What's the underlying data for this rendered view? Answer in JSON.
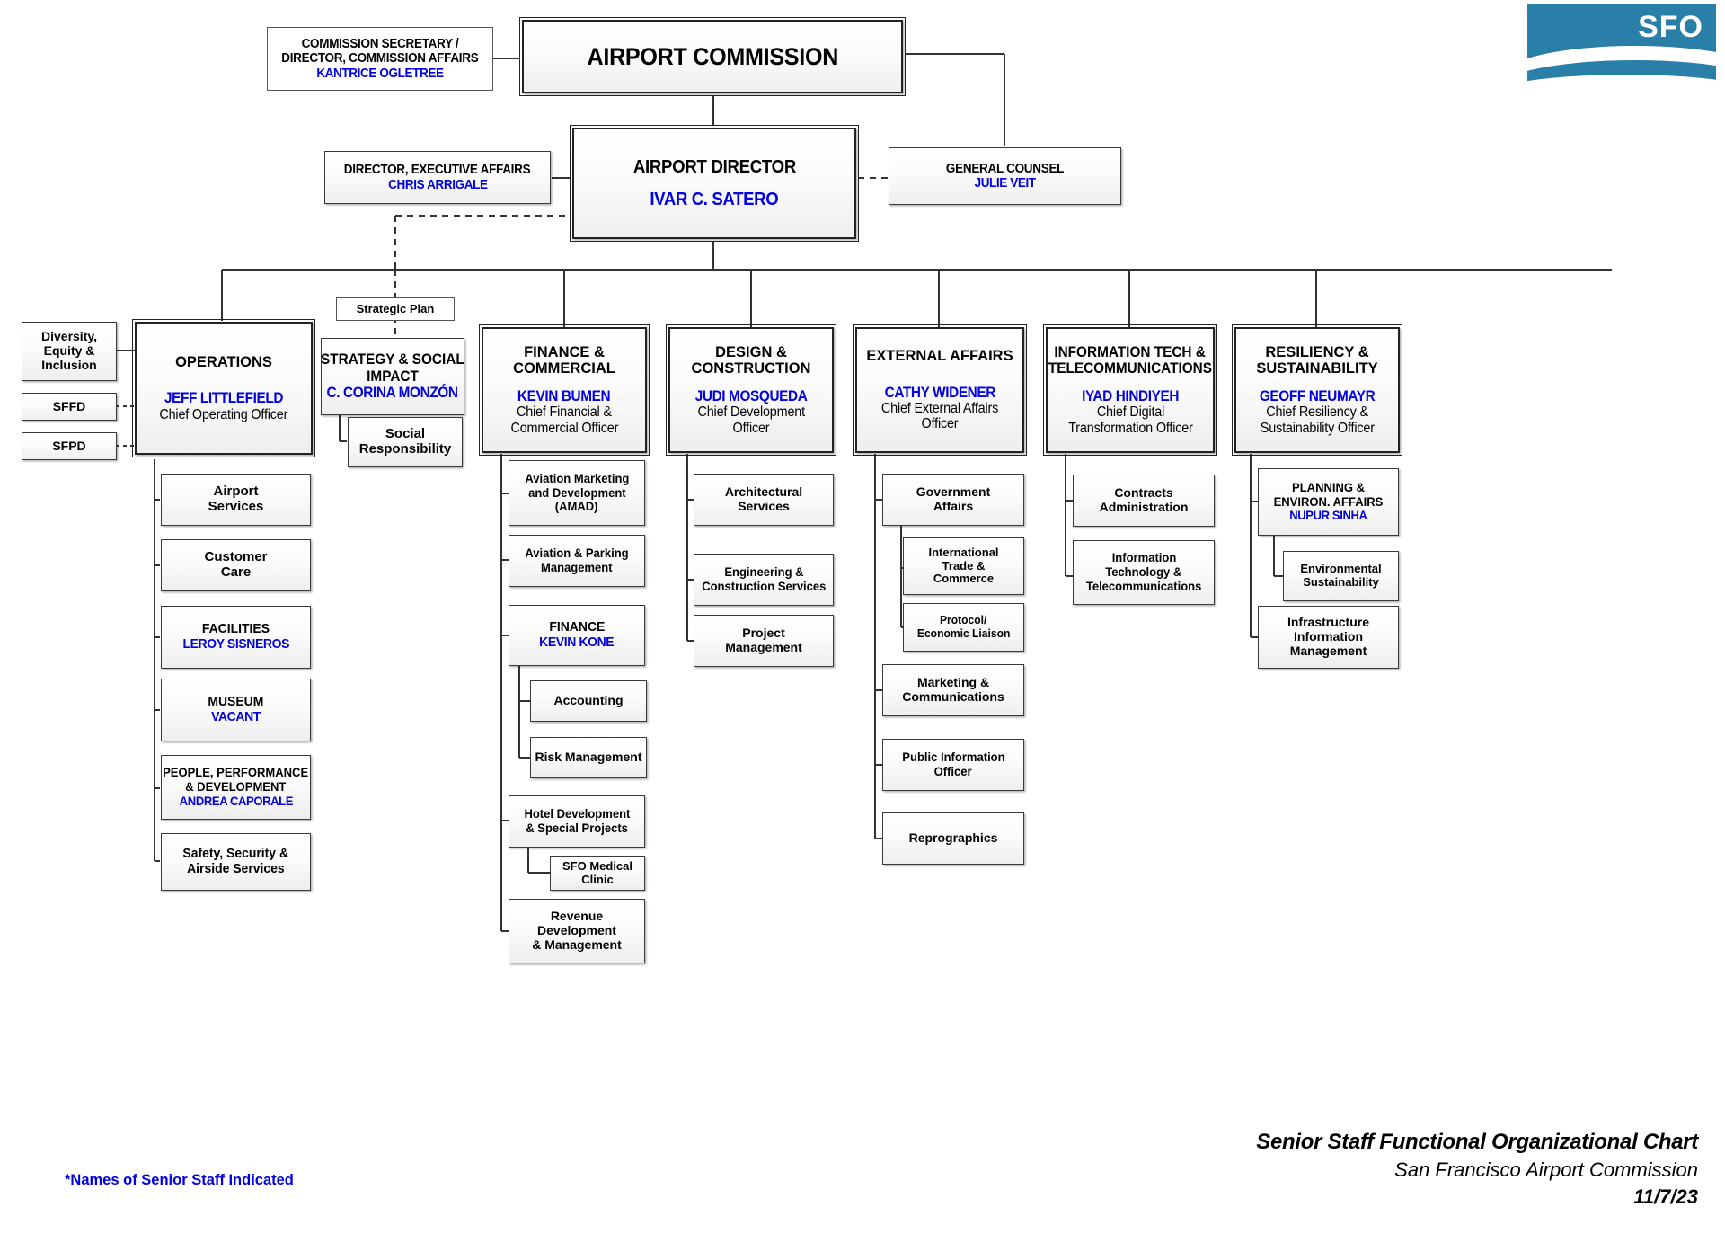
{
  "logo": {
    "text": "SFO"
  },
  "footer": {
    "line1": "Senior Staff Functional Organizational Chart",
    "line2": "San Francisco Airport Commission",
    "line3": "11/7/23"
  },
  "note": "*Names of Senior Staff Indicated",
  "top": {
    "commission": {
      "title": "AIRPORT COMMISSION"
    },
    "commission_secretary": {
      "line1": "COMMISSION SECRETARY /",
      "line2": "DIRECTOR, COMMISSION AFFAIRS",
      "name": "KANTRICE OGLETREE"
    },
    "airport_director": {
      "title": "AIRPORT DIRECTOR",
      "name": "IVAR C. SATERO"
    },
    "executive_affairs": {
      "title": "DIRECTOR, EXECUTIVE AFFAIRS",
      "name": "CHRIS ARRIGALE"
    },
    "general_counsel": {
      "title": "GENERAL COUNSEL",
      "name": "JULIE VEIT"
    }
  },
  "side": {
    "dei": {
      "line1": "Diversity,",
      "line2": "Equity &",
      "line3": "Inclusion"
    },
    "sffd": {
      "label": "SFFD"
    },
    "sfpd": {
      "label": "SFPD"
    },
    "strategic_plan": {
      "label": "Strategic Plan"
    }
  },
  "divisions": [
    {
      "key": "operations",
      "title_lines": [
        "OPERATIONS"
      ],
      "name": "JEFF LITTLEFIELD",
      "role_lines": [
        "Chief Operating Officer"
      ],
      "children": [
        {
          "lines": [
            "Airport",
            "Services"
          ]
        },
        {
          "lines": [
            "Customer",
            "Care"
          ]
        },
        {
          "lines": [
            "FACILITIES"
          ],
          "name": "LEROY SISNEROS"
        },
        {
          "lines": [
            "MUSEUM"
          ],
          "name": "VACANT"
        },
        {
          "lines": [
            "PEOPLE, PERFORMANCE",
            "& DEVELOPMENT"
          ],
          "name": "ANDREA CAPORALE"
        },
        {
          "lines": [
            "Safety, Security &",
            "Airside Services"
          ]
        }
      ]
    },
    {
      "key": "strategy",
      "title_lines": [
        "STRATEGY & SOCIAL",
        "IMPACT"
      ],
      "name": "C. CORINA MONZÓN",
      "role_lines": [],
      "children": [
        {
          "lines": [
            "Social",
            "Responsibility"
          ]
        }
      ]
    },
    {
      "key": "finance",
      "title_lines": [
        "FINANCE &",
        "COMMERCIAL"
      ],
      "name": "KEVIN BUMEN",
      "role_lines": [
        "Chief Financial &",
        "Commercial Officer"
      ],
      "children": [
        {
          "lines": [
            "Aviation Marketing",
            "and Development",
            "(AMAD)"
          ]
        },
        {
          "lines": [
            "Aviation & Parking",
            "Management"
          ]
        },
        {
          "lines": [
            "FINANCE"
          ],
          "name": "KEVIN KONE",
          "children": [
            {
              "lines": [
                "Accounting"
              ]
            },
            {
              "lines": [
                "Risk Management"
              ]
            }
          ]
        },
        {
          "lines": [
            "Hotel Development",
            "& Special Projects"
          ],
          "children": [
            {
              "lines": [
                "SFO Medical",
                "Clinic"
              ]
            }
          ]
        },
        {
          "lines": [
            "Revenue",
            "Development",
            "& Management"
          ]
        }
      ]
    },
    {
      "key": "design",
      "title_lines": [
        "DESIGN &",
        "CONSTRUCTION"
      ],
      "name": "JUDI MOSQUEDA",
      "role_lines": [
        "Chief Development",
        "Officer"
      ],
      "children": [
        {
          "lines": [
            "Architectural",
            "Services"
          ]
        },
        {
          "lines": [
            "Engineering &",
            "Construction Services"
          ]
        },
        {
          "lines": [
            "Project",
            "Management"
          ]
        }
      ]
    },
    {
      "key": "external",
      "title_lines": [
        "EXTERNAL AFFAIRS"
      ],
      "name": "CATHY WIDENER",
      "role_lines": [
        "Chief External Affairs",
        "Officer"
      ],
      "children": [
        {
          "lines": [
            "Government",
            "Affairs"
          ],
          "children": [
            {
              "lines": [
                "International",
                "Trade &",
                "Commerce"
              ]
            },
            {
              "lines": [
                "Protocol/",
                "Economic Liaison"
              ]
            }
          ]
        },
        {
          "lines": [
            "Marketing &",
            "Communications"
          ]
        },
        {
          "lines": [
            "Public Information",
            "Officer"
          ]
        },
        {
          "lines": [
            "Reprographics"
          ]
        }
      ]
    },
    {
      "key": "it",
      "title_lines": [
        "INFORMATION TECH &",
        "TELECOMMUNICATIONS"
      ],
      "name": "IYAD HINDIYEH",
      "role_lines": [
        "Chief Digital",
        "Transformation Officer"
      ],
      "children": [
        {
          "lines": [
            "Contracts",
            "Administration"
          ]
        },
        {
          "lines": [
            "Information",
            "Technology &",
            "Telecommunications"
          ]
        }
      ]
    },
    {
      "key": "resiliency",
      "title_lines": [
        "RESILIENCY &",
        "SUSTAINABILITY"
      ],
      "name": "GEOFF NEUMAYR",
      "role_lines": [
        "Chief Resiliency &",
        "Sustainability Officer"
      ],
      "children": [
        {
          "lines": [
            "PLANNING &",
            "ENVIRON. AFFAIRS"
          ],
          "name": "NUPUR SINHA",
          "children": [
            {
              "lines": [
                "Environmental",
                "Sustainability"
              ]
            }
          ]
        },
        {
          "lines": [
            "Infrastructure",
            "Information",
            "Management"
          ]
        }
      ]
    }
  ]
}
